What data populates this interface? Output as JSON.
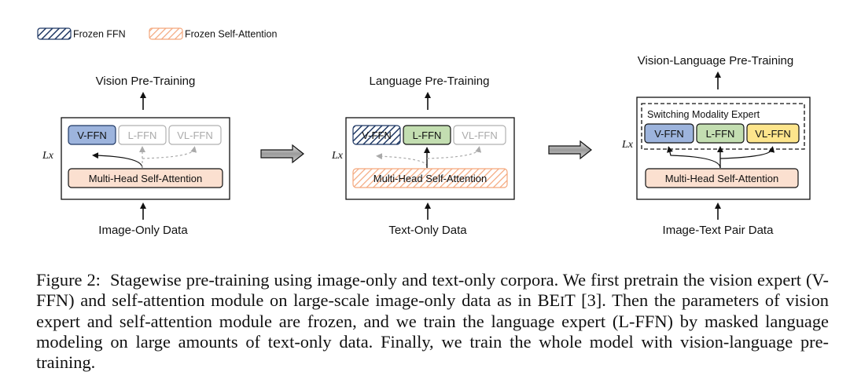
{
  "legend": {
    "frozen_ffn": "Frozen FFN",
    "frozen_attention": "Frozen Self-Attention"
  },
  "panels": [
    {
      "title": "Vision Pre-Training",
      "experts": [
        "V-FFN",
        "L-FFN",
        "VL-FFN"
      ],
      "attention": "Multi-Head Self-Attention",
      "input": "Image-Only Data",
      "repeat": "Lx"
    },
    {
      "title": "Language Pre-Training",
      "experts": [
        "V-FFN",
        "L-FFN",
        "VL-FFN"
      ],
      "attention": "Multi-Head Self-Attention",
      "input": "Text-Only Data",
      "repeat": "Lx"
    },
    {
      "title": "Vision-Language Pre-Training",
      "switch_label": "Switching Modality Expert",
      "experts": [
        "V-FFN",
        "L-FFN",
        "VL-FFN"
      ],
      "attention": "Multi-Head Self-Attention",
      "input": "Image-Text Pair Data",
      "repeat": "Lx"
    }
  ],
  "colors": {
    "v_ffn": "#9db4dd",
    "l_ffn": "#c3deb1",
    "vl_ffn": "#fde58c",
    "attention": "#fbe0d0",
    "hatch_ffn": "#1f3864",
    "hatch_attention": "#f4a77c",
    "inactive": "#b0b0b0"
  },
  "caption": {
    "label": "Figure 2:",
    "text_before": "Stagewise pre-training using image-only and text-only corpora. We first pretrain the vision expert (V-FFN) and self-attention module on large-scale image-only data as in B",
    "text_sc": "E",
    "text_sc2": "I",
    "text_after": "T [3]. Then the parameters of vision expert and self-attention module are frozen, and we train the language expert (L-FFN) by masked language modeling on large amounts of text-only data. Finally, we train the whole model with vision-language pre-training."
  }
}
